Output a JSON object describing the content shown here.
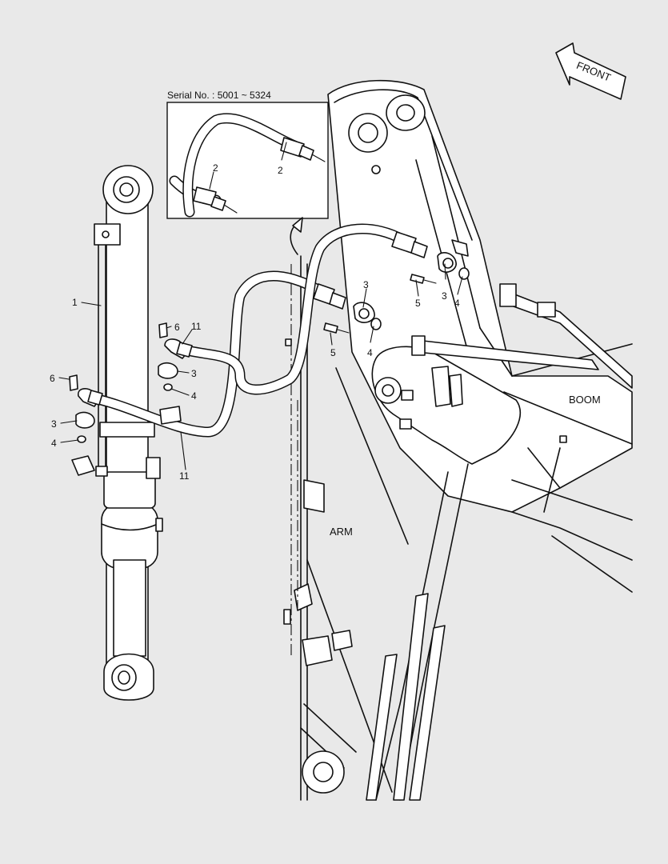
{
  "inset": {
    "serial": "Serial No. : 5001 ~ 5324"
  },
  "direction": {
    "front": "FRONT"
  },
  "areas": {
    "boom": "BOOM",
    "arm": "ARM"
  },
  "callouts": {
    "c1": "1",
    "c2a": "2",
    "c2b": "2",
    "c3a": "3",
    "c3b": "3",
    "c3c": "3",
    "c3d": "3",
    "c4a": "4",
    "c4b": "4",
    "c4c": "4",
    "c4d": "4",
    "c5a": "5",
    "c5b": "5",
    "c6a": "6",
    "c6b": "6",
    "c11a": "11",
    "c11b": "11"
  }
}
